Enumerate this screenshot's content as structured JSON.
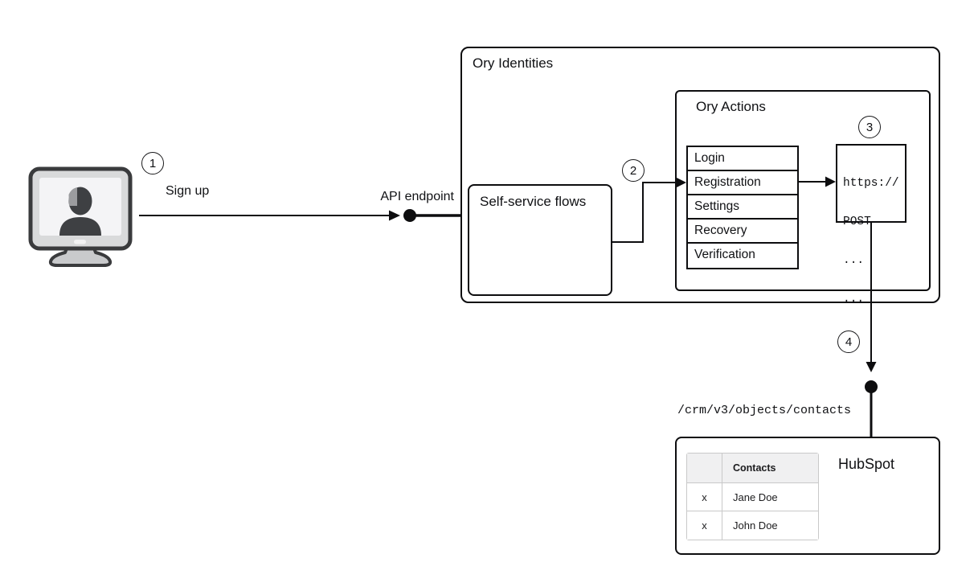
{
  "actor": {
    "icon": "user-computer-icon"
  },
  "steps": {
    "one": "1",
    "two": "2",
    "three": "3",
    "four": "4"
  },
  "labels": {
    "sign_up": "Sign up",
    "api_endpoint": "API endpoint"
  },
  "ory_identities": {
    "title": "Ory Identities",
    "self_service_flows": {
      "title": "Self-service flows"
    },
    "ory_actions": {
      "title": "Ory Actions",
      "flows": [
        "Login",
        "Registration",
        "Settings",
        "Recovery",
        "Verification"
      ],
      "webhook_code": {
        "lines": [
          "https://",
          "POST",
          "...",
          "..."
        ]
      }
    }
  },
  "hubspot": {
    "title": "HubSpot",
    "endpoint_path": "/crm/v3/objects/contacts",
    "table": {
      "header": [
        "",
        "Contacts"
      ],
      "rows": [
        [
          "x",
          "Jane Doe"
        ],
        [
          "x",
          "John Doe"
        ]
      ]
    }
  },
  "colors": {
    "line": "#0d0d0f",
    "box_border": "#0d0d0f",
    "table_border": "#c9c9c9",
    "table_header_bg": "#f0f0f1",
    "monitor_frame": "#d9dadb",
    "monitor_screen": "#f4f4f6",
    "monitor_outline": "#3a3b3d",
    "silhouette": "#3e4043"
  }
}
